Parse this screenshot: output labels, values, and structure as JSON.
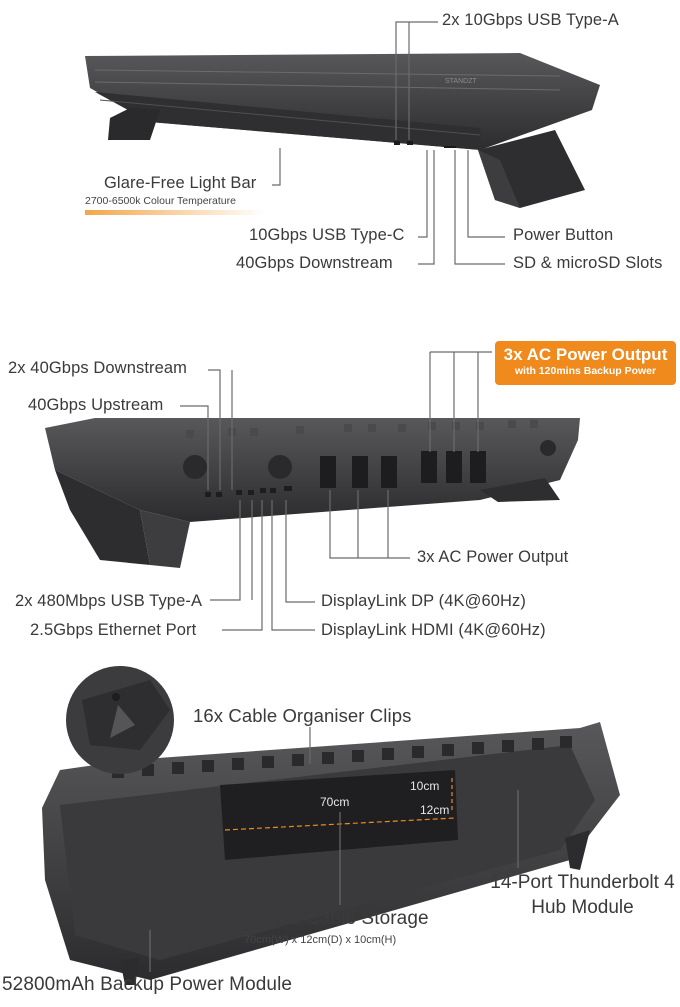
{
  "top": {
    "usb_a": "2x 10Gbps USB Type-A",
    "light_bar": "Glare-Free Light Bar",
    "light_bar_sub": "2700-6500k Colour Temperature",
    "usb_c": "10Gbps USB Type-C",
    "downstream": "40Gbps Downstream",
    "power_button": "Power Button",
    "sd_slots": "SD & microSD Slots",
    "brand": "STANDZT"
  },
  "middle": {
    "downstream2": "2x 40Gbps Downstream",
    "upstream": "40Gbps Upstream",
    "badge_title": "3x AC Power Output",
    "badge_sub": "with 120mins Backup Power",
    "ac_output": "3x AC Power Output",
    "usb_480": "2x 480Mbps USB Type-A",
    "ethernet": "2.5Gbps Ethernet Port",
    "displaylink_dp": "DisplayLink DP (4K@60Hz)",
    "displaylink_hdmi": "DisplayLink HDMI (4K@60Hz)"
  },
  "bottom": {
    "clips": "16x Cable Organiser Clips",
    "dim_70": "70cm",
    "dim_10": "10cm",
    "dim_12": "12cm",
    "hub_module": "14-Port Thunderbolt 4 Hub Module",
    "psu_storage": "PSU & Cable Storage",
    "psu_dims": "70cm(W) x 12cm(D) x 10cm(H)",
    "backup_module": "52800mAh Backup Power Module"
  },
  "colors": {
    "accent": "#f08a1c",
    "product": "#3b3b3d",
    "text": "#3a3a3a"
  }
}
